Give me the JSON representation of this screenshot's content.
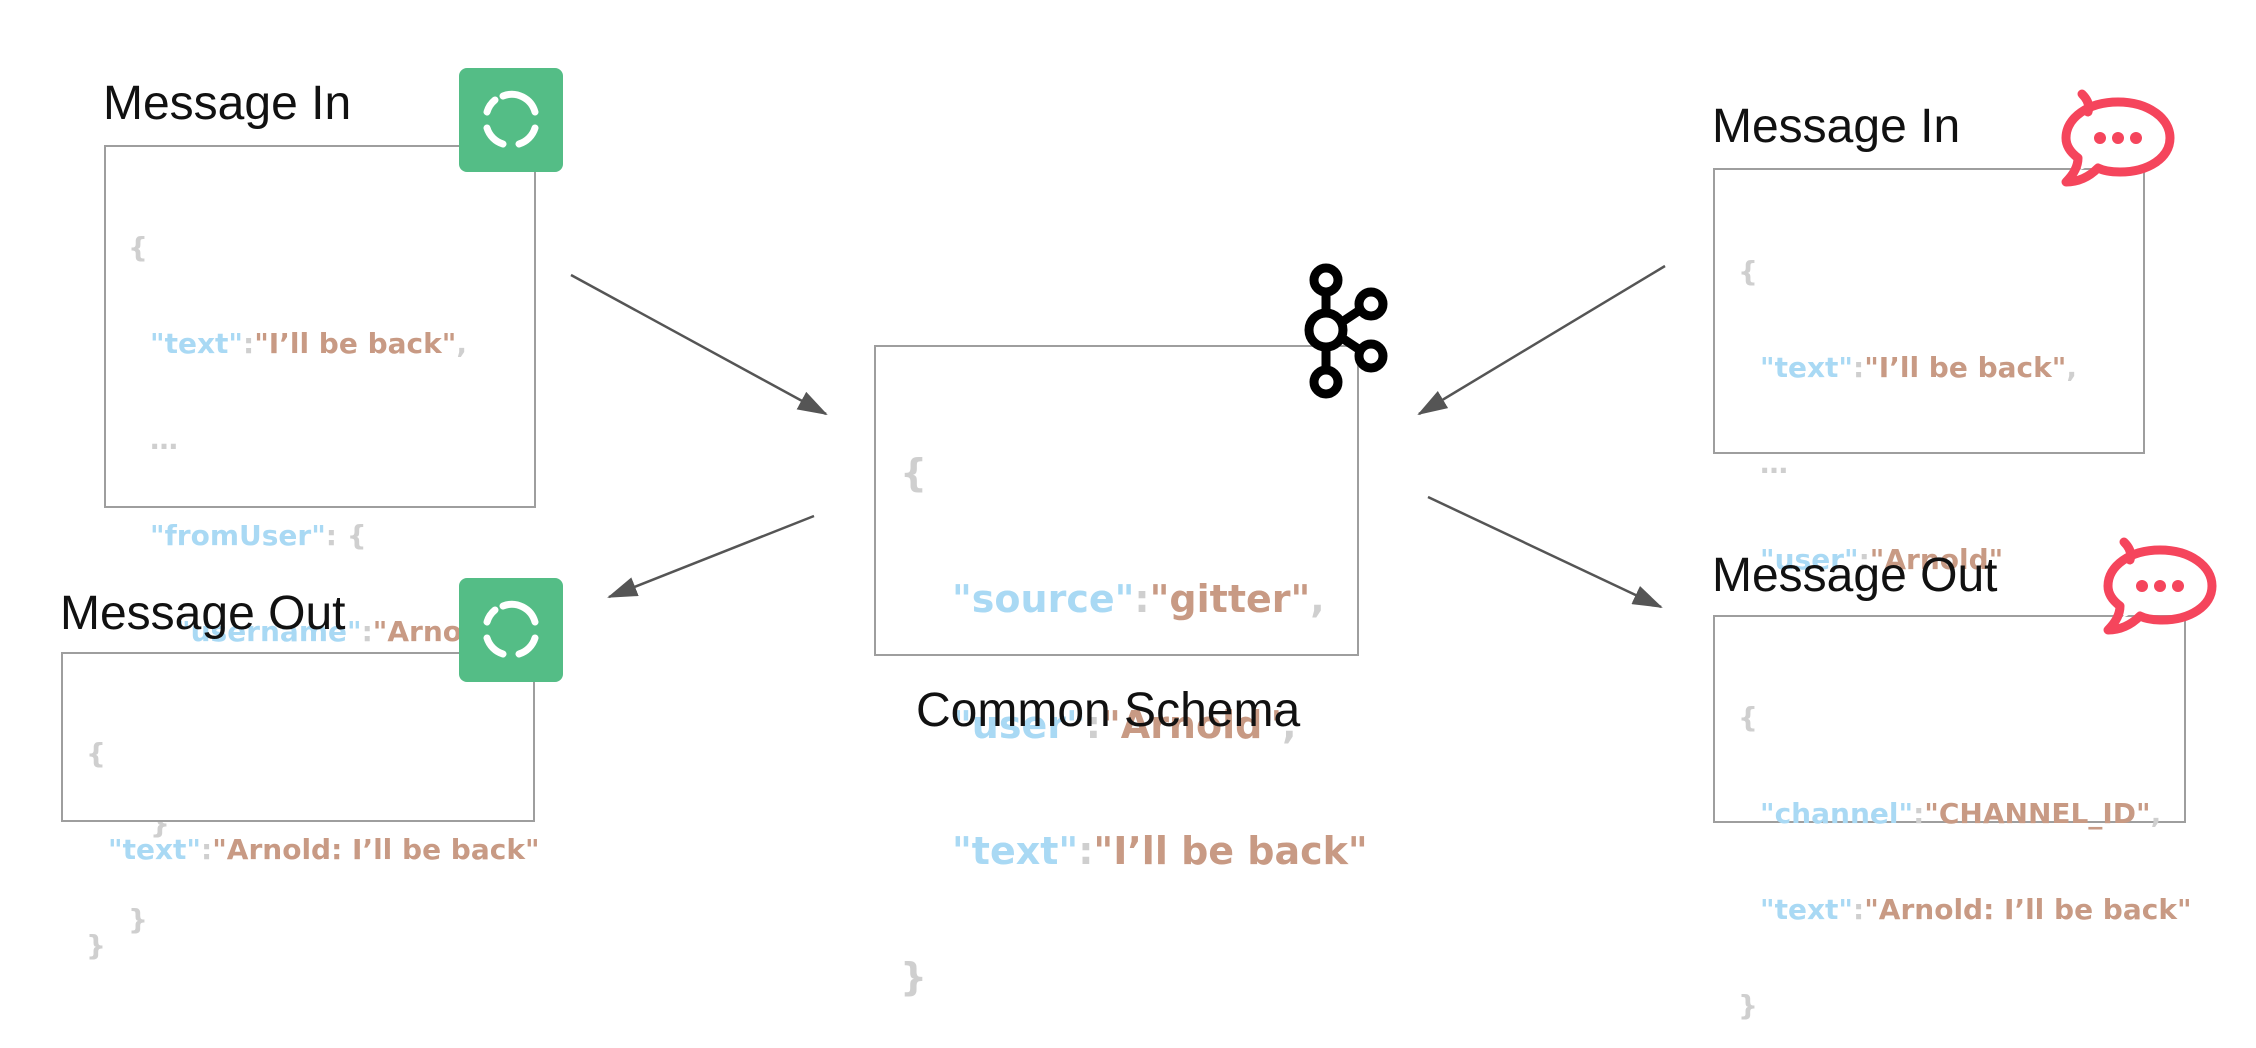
{
  "colors": {
    "key": "#a9d9f4",
    "value": "#c89a84",
    "punct": "#cfcfcf",
    "element_green": "#54bd86",
    "rocket_red": "#f5455c",
    "arrow": "#555555",
    "box_border": "#9e9e9e"
  },
  "icons": {
    "element": "element-logo-icon",
    "rocketchat": "rocketchat-logo-icon",
    "kafka": "kafka-logo-icon"
  },
  "left_in": {
    "title": "Message In",
    "code": {
      "open": "{",
      "k_text": "\"text\"",
      "c1": ":",
      "v_text": "\"I’ll be back\"",
      "comma1": ",",
      "ellipsis1": "…",
      "k_fromuser": "\"fromUser\"",
      "c2": ": {",
      "k_username": "\"username\"",
      "c3": ":",
      "v_username": "\"Arnold\"",
      "ellipsis2": "…",
      "inner_close": "}",
      "close": "}"
    }
  },
  "left_out": {
    "title": "Message Out",
    "code": {
      "open": "{",
      "k_text": "\"text\"",
      "c1": ":",
      "v_text": "\"Arnold: I’ll be back\"",
      "close": "}"
    }
  },
  "center": {
    "caption": "Common Schema",
    "code": {
      "open": "{",
      "k_source": "\"source\"",
      "c1": ":",
      "v_source": "\"gitter\"",
      "comma1": ",",
      "k_user": "\"user\"",
      "c2": ":",
      "v_user": "\"Arnold\"",
      "comma2": ",",
      "k_text": "\"text\"",
      "c3": ":",
      "v_text": "\"I’ll be back\"",
      "close": "}"
    }
  },
  "right_in": {
    "title": "Message In",
    "code": {
      "open": "{",
      "k_text": "\"text\"",
      "c1": ":",
      "v_text": "\"I’ll be back\"",
      "comma1": ",",
      "ellipsis1": "…",
      "k_user": "\"user\"",
      "c2": ":",
      "v_user": "\"Arnold\"",
      "ellipsis2": "…",
      "close": "}"
    }
  },
  "right_out": {
    "title": "Message Out",
    "code": {
      "open": "{",
      "k_channel": "\"channel\"",
      "c1": ":",
      "v_channel": "\"CHANNEL_ID\"",
      "comma1": ",",
      "k_text": "\"text\"",
      "c2": ":",
      "v_text": "\"Arnold: I’ll be back\"",
      "close": "}"
    }
  }
}
